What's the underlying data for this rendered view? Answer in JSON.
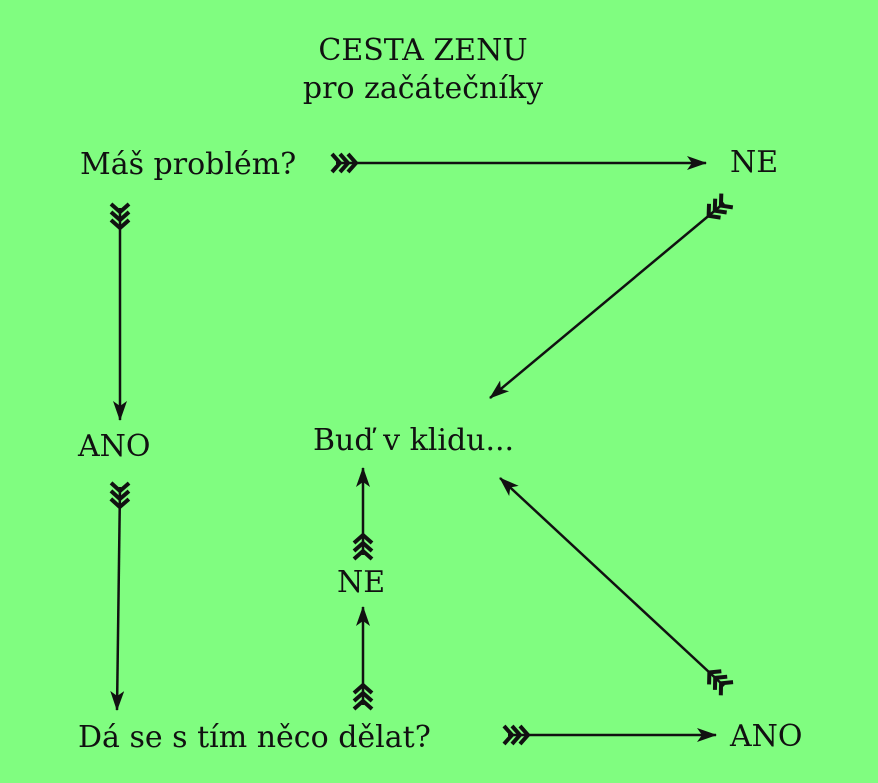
{
  "title": "CESTA ZENU",
  "subtitle": "pro začátečníky",
  "nodes": {
    "q1": "Máš problém?",
    "ne1": "NE",
    "ano1": "ANO",
    "calm": "Buď v klidu...",
    "ne2": "NE",
    "q2": "Dá se s tím něco dělat?",
    "ano2": "ANO"
  },
  "colors": {
    "background": "#80fd80",
    "ink": "#111111"
  }
}
